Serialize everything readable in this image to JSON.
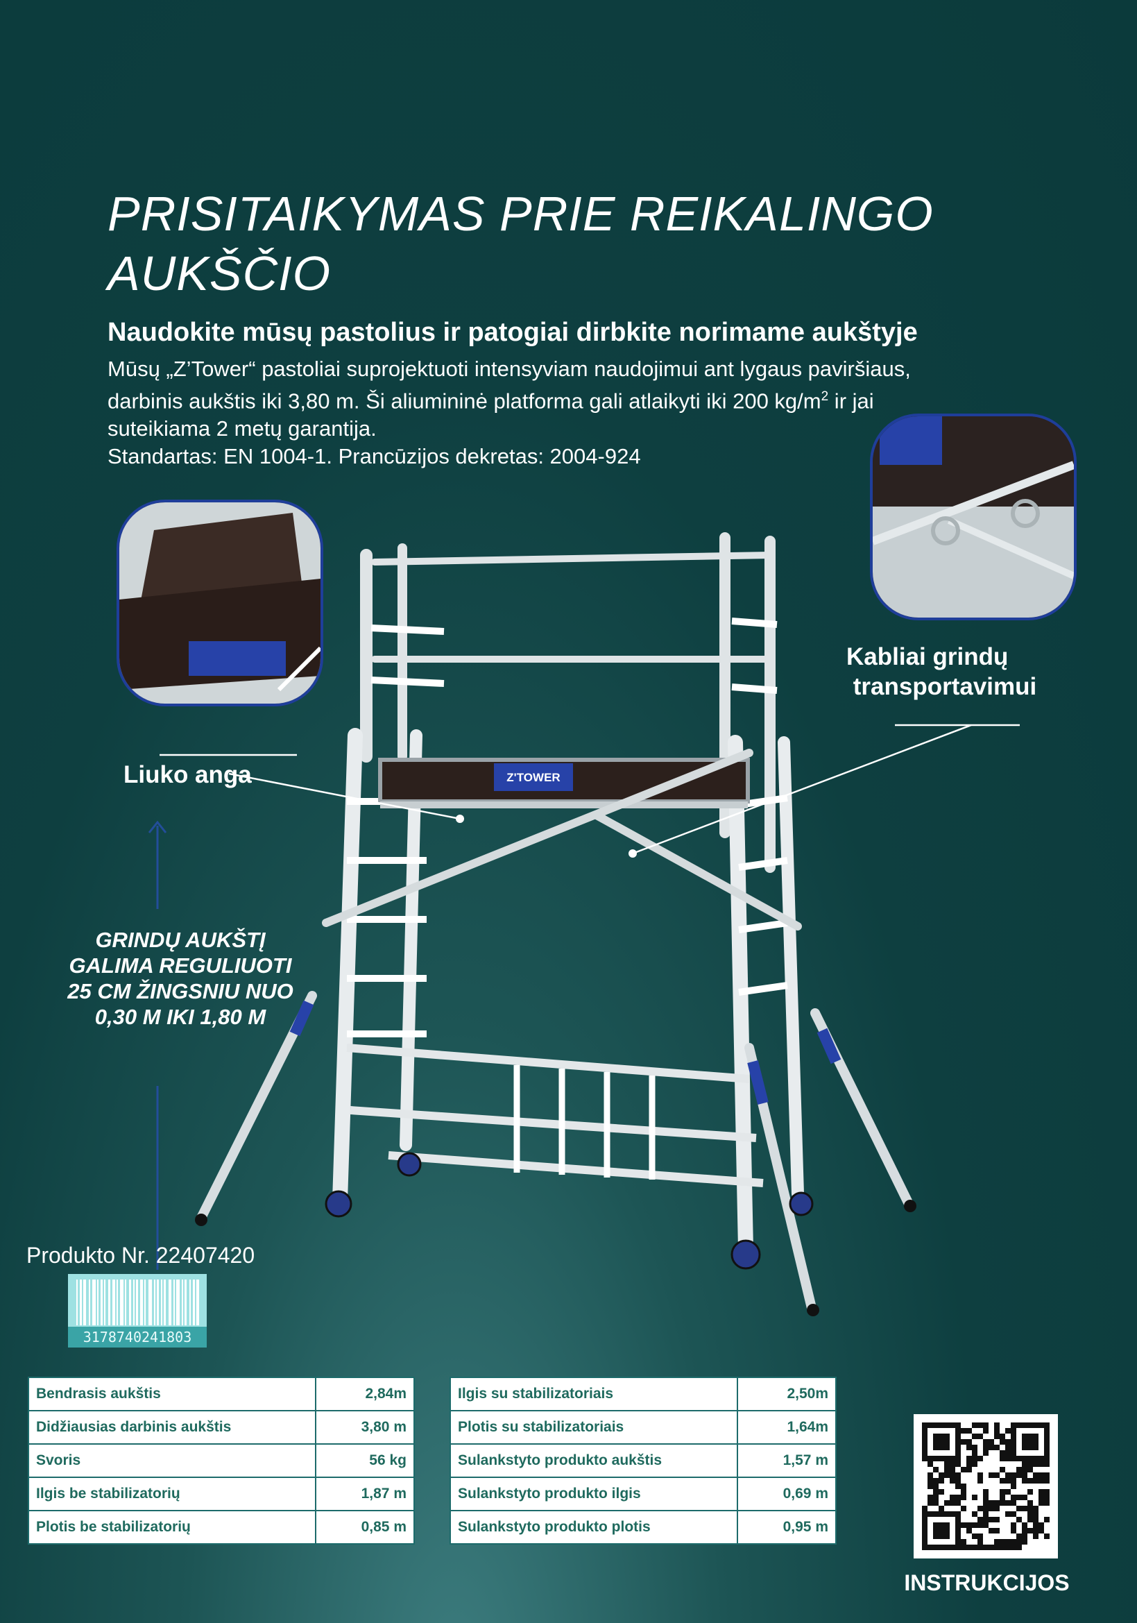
{
  "heading": {
    "title_line1": "PRISITAIKYMAS PRIE REIKALINGO",
    "title_line2": "AUKŠČIO",
    "subtitle": "Naudokite mūsų pastolius ir patogiai dirbkite norimame aukštyje",
    "desc_line1": "Mūsų „Z’Tower“ pastoliai suprojektuoti intensyviam naudojimui ant lygaus paviršiaus,",
    "desc_line2": "darbinis aukštis iki 3,80 m. Ši aliumininė platforma gali atlaikyti iki 200 kg/m",
    "desc_line2_sup": "2",
    "desc_line2_end": " ir jai",
    "desc_line3": "suteikiama 2 metų garantija.",
    "desc_line4": "Standartas: EN 1004-1. Prancūzijos dekretas: 2004-924"
  },
  "callouts": {
    "hatch": "Liuko anga",
    "hooks_line1": "Kabliai grindų",
    "hooks_line2": "transportavimui"
  },
  "height_note": {
    "line1": "GRINDŲ AUKŠTĮ",
    "line2": "GALIMA REGULIUOTI",
    "line3": "25 CM ŽINGSNIU NUO",
    "line4": "0,30 M IKI 1,80 M"
  },
  "product": {
    "number_label": "Produkto Nr. 22407420",
    "barcode": "3178740241803",
    "brand_label": "Z'TOWER"
  },
  "specs_left": [
    {
      "label": "Bendrasis aukštis",
      "value": "2,84m"
    },
    {
      "label": "Didžiausias darbinis aukštis",
      "value": "3,80 m"
    },
    {
      "label": "Svoris",
      "value": "56 kg"
    },
    {
      "label": "Ilgis be stabilizatorių",
      "value": "1,87 m"
    },
    {
      "label": "Plotis be stabilizatorių",
      "value": "0,85 m"
    }
  ],
  "specs_right": [
    {
      "label": "Ilgis su stabilizatoriais",
      "value": "2,50m"
    },
    {
      "label": "Plotis su stabilizatoriais",
      "value": "1,64m"
    },
    {
      "label": "Sulankstyto produkto aukštis",
      "value": "1,57 m"
    },
    {
      "label": "Sulankstyto produkto ilgis",
      "value": "0,69 m"
    },
    {
      "label": "Sulankstyto produkto plotis",
      "value": "0,95 m"
    }
  ],
  "instructions_label": "INSTRUKCIJOS",
  "colors": {
    "background": "#0b3a3b",
    "accent_blue": "#1f3e9a",
    "table_text": "#1f6a5e",
    "barcode_bg": "#9ee1e2"
  }
}
